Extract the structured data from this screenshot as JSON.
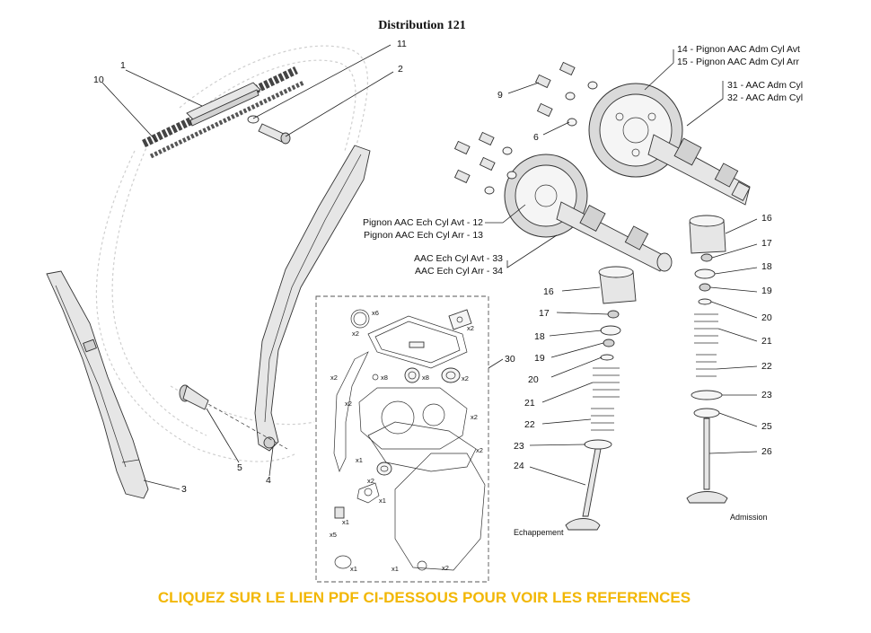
{
  "title": "Distribution 121",
  "labels": {
    "l1": "1",
    "l2": "2",
    "l3": "3",
    "l4": "4",
    "l5": "5",
    "l6": "6",
    "l9": "9",
    "l10": "10",
    "l11": "11",
    "l30": "30",
    "l14": "14 - Pignon AAC Adm Cyl Avt",
    "l15": "15 - Pignon AAC Adm Cyl Arr",
    "l31": "31 - AAC Adm Cyl",
    "l32": "32 - AAC Adm Cyl",
    "l12": "Pignon AAC Ech Cyl Avt - 12",
    "l13": "Pignon AAC Ech Cyl Arr - 13",
    "l33": "AAC Ech Cyl Avt - 33",
    "l34": "AAC Ech Cyl Arr - 34",
    "e16": "16",
    "e17": "17",
    "e18": "18",
    "e19": "19",
    "e20": "20",
    "e21": "21",
    "e22": "22",
    "e23": "23",
    "e24": "24",
    "a16": "16",
    "a17": "17",
    "a18": "18",
    "a19": "19",
    "a20": "20",
    "a21": "21",
    "a22": "22",
    "a23": "23",
    "a25": "25",
    "a26": "26",
    "echappement": "Echappement",
    "admission": "Admission"
  },
  "kit_quantities": {
    "q1": "x6",
    "q2": "x2",
    "q3": "x2",
    "q4": "x2",
    "q5": "x8",
    "q6": "x8",
    "q7": "x2",
    "q8": "x2",
    "q9": "x2",
    "q10": "x2",
    "q11": "x1",
    "q12": "x2",
    "q13": "x1",
    "q14": "x2",
    "q15": "x1",
    "q16": "x1",
    "q17": "x5",
    "q18": "x1",
    "q19": "x1"
  },
  "footer": "CLIQUEZ SUR LE LIEN PDF CI-DESSOUS POUR VOIR LES REFERENCES"
}
